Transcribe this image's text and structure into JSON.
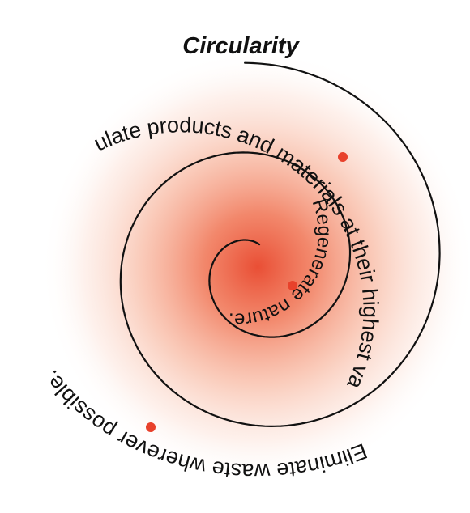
{
  "title": "Circularity",
  "principles": {
    "outer": "Eliminate waste wherever possible.",
    "middle": "Circulate products and materials at their highest value.",
    "inner": "Regenerate nature."
  },
  "colors": {
    "glow_center": "#e8452a",
    "marker": "#e8412b",
    "spiral_stroke": "#111111",
    "text": "#111111",
    "background": "#ffffff"
  },
  "icons": {
    "marker": "red-dot-icon"
  }
}
